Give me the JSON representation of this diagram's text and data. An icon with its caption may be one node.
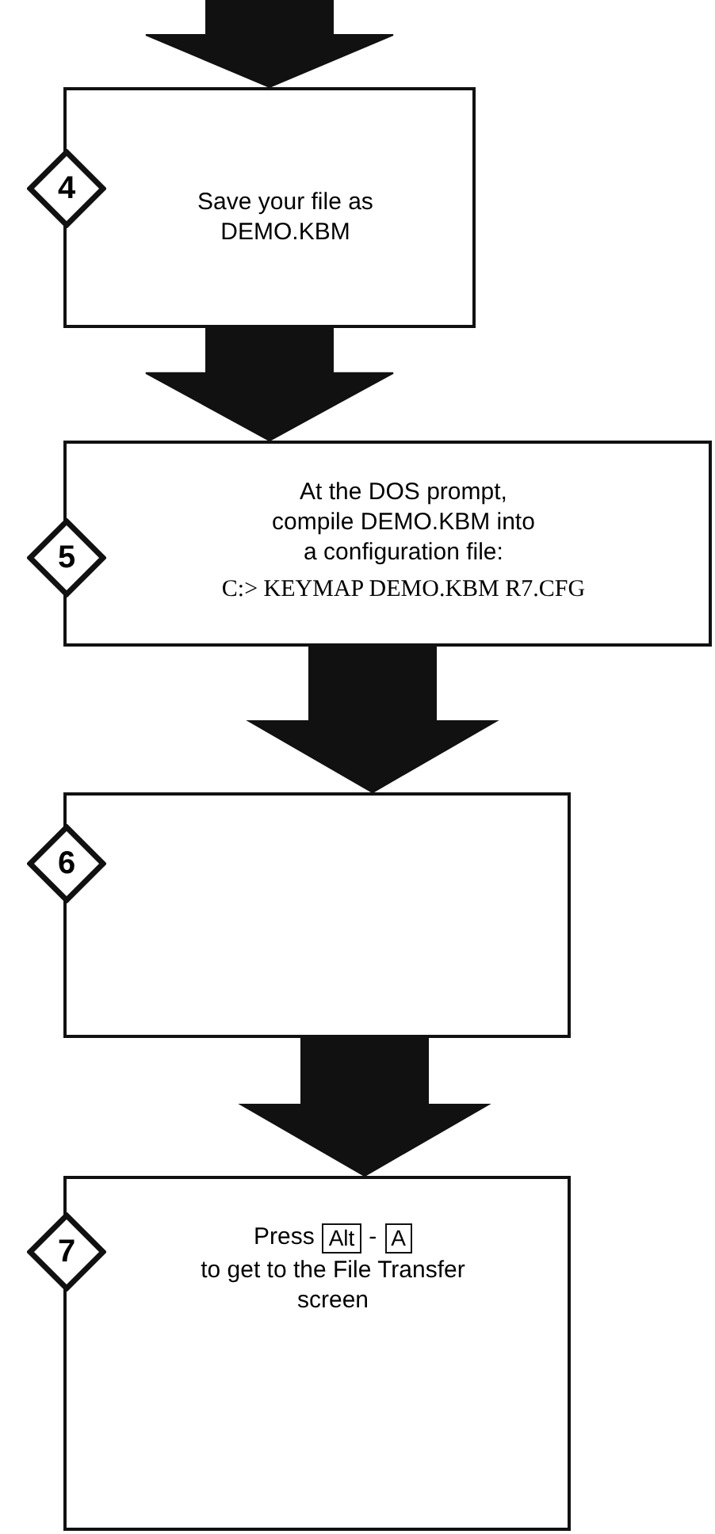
{
  "diagram": {
    "nodes": [
      {
        "text": [
          "Save your file as DEMO.KBM"
        ]
      },
      {
        "text": [
          "4"
        ]
      },
      {
        "text": [
          "At the DOS prompt, compile DEMO.KBM into a configuration file:",
          "C:> KEYMAP DEMO.KBM R7.CFG"
        ]
      },
      {
        "text": [
          "5"
        ]
      },
      {
        "text": [],
        "shape": "box"
      },
      {
        "text": [
          "6"
        ]
      },
      {
        "text": [
          "Press",
          "Alt",
          "-",
          "A",
          "to get to the File Transfer screen"
        ]
      },
      {
        "text": [
          "7"
        ]
      }
    ],
    "edges": [
      {
        "from": null,
        "to": 0,
        "arrow": "to",
        "style": "thick"
      },
      {
        "from": 0,
        "to": 2,
        "arrow": "to",
        "style": "thick"
      },
      {
        "from": 2,
        "to": 4,
        "arrow": "to",
        "style": "thick"
      },
      {
        "from": 4,
        "to": 6,
        "arrow": "to",
        "style": "thick"
      }
    ]
  }
}
